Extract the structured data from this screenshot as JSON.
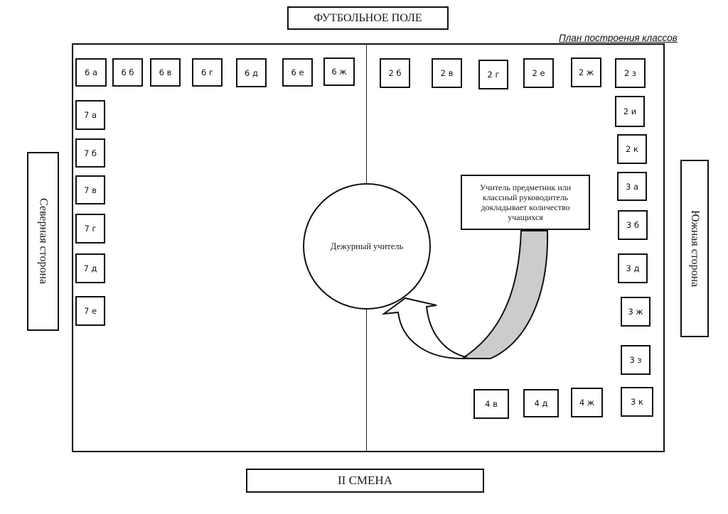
{
  "header": {
    "title": "ФУТБОЛЬНОЕ  ПОЛЕ",
    "caption": "План  построения классов"
  },
  "footer": {
    "shift": "II СМЕНА"
  },
  "sides": {
    "north": "Северная сторона",
    "south": "Южная сторона"
  },
  "center": {
    "duty_teacher": "Дежурный учитель",
    "note": "Учитель предметник или классный руководитель докладывает количество учащихся"
  },
  "colors": {
    "stroke": "#111111",
    "arrow_fill_gray": "#cccccc",
    "background": "#ffffff"
  },
  "classes": {
    "top_left": [
      "6 а",
      "6 б",
      "6 в",
      "6 г",
      "6 д",
      "6 е",
      "6 ж"
    ],
    "left_column": [
      "7 а",
      "7 б",
      "7 в",
      "7 г",
      "7 д",
      "7 е"
    ],
    "top_right": [
      "2 б",
      "2 в",
      "2 г",
      "2 е",
      "2 ж",
      "2 з"
    ],
    "right_column": [
      "2 и",
      "2 к",
      "3 а",
      "3 б",
      "3 д",
      "3 ж",
      "3 з",
      "3 к"
    ],
    "bottom_right": [
      "4 в",
      "4 д",
      "4 ж"
    ]
  }
}
